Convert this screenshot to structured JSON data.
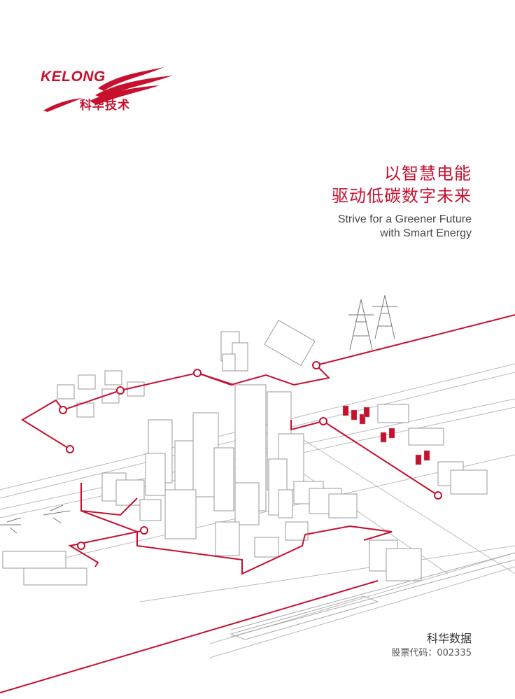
{
  "logo": {
    "wordmark": "KELONG",
    "chinese_name": "科华技术",
    "brand_color": "#c8102e"
  },
  "headline": {
    "cn_line1": "以智慧电能",
    "cn_line2": "驱动低碳数字未来",
    "en_line1": "Strive for a Greener Future",
    "en_line2": "with Smart Energy"
  },
  "footer": {
    "company_name": "科华数据",
    "stock_label": "股票代码：",
    "stock_code": "002335"
  }
}
